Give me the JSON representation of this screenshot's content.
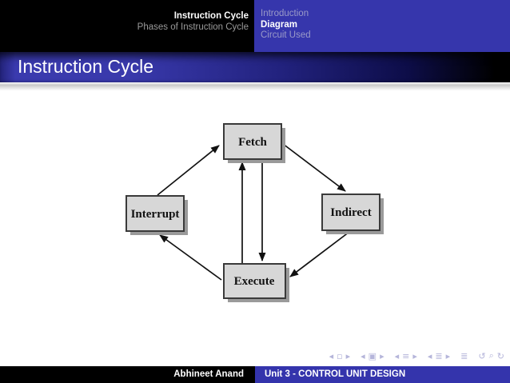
{
  "header": {
    "frame_title_small": "Instruction Cycle",
    "frame_subtitle_small": "Phases of Instruction Cycle",
    "sections": [
      {
        "label": "Introduction"
      },
      {
        "label": "Diagram"
      },
      {
        "label": "Circuit Used"
      }
    ],
    "active_section": "Diagram"
  },
  "slide": {
    "title": "Instruction Cycle"
  },
  "diagram": {
    "nodes": [
      {
        "id": "fetch",
        "label": "Fetch"
      },
      {
        "id": "interrupt",
        "label": "Interrupt"
      },
      {
        "id": "indirect",
        "label": "Indirect"
      },
      {
        "id": "execute",
        "label": "Execute"
      }
    ],
    "edges": [
      {
        "from": "interrupt",
        "to": "fetch"
      },
      {
        "from": "fetch",
        "to": "indirect"
      },
      {
        "from": "indirect",
        "to": "execute"
      },
      {
        "from": "execute",
        "to": "interrupt"
      },
      {
        "from": "execute",
        "to": "fetch"
      },
      {
        "from": "fetch",
        "to": "execute"
      }
    ]
  },
  "nav": {
    "symbols": [
      "◂",
      "▫",
      "▸",
      "◂",
      "▣",
      "▸",
      "◂",
      "≡",
      "▸",
      "◂",
      "≣",
      "▸",
      "≣",
      "↺",
      "⌕",
      "↻"
    ]
  },
  "footer": {
    "author": "Abhineet Anand",
    "unit": "Unit 3 - CONTROL UNIT DESIGN"
  },
  "colors": {
    "accent_blue": "#3636ac",
    "footer_blue": "#3434ac",
    "bar_blue": "#3a3aae",
    "black": "#000000",
    "muted_on_blue": "#9a9ac8",
    "muted_on_black": "#9a9a9a",
    "nav_symbols": "#b5b5da",
    "node_fill": "#d7d7d7",
    "node_border": "#3a3a3a",
    "node_shadow": "#9a9a9a"
  }
}
